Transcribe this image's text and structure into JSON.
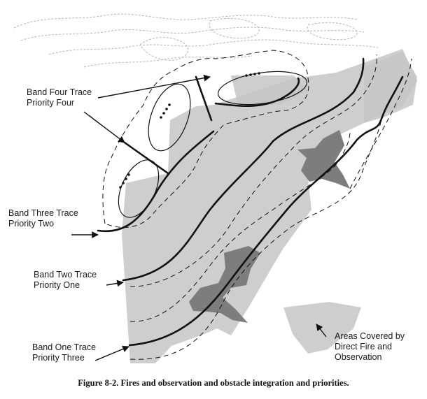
{
  "labels": {
    "band_four": [
      "Band Four Trace",
      "Priority Four"
    ],
    "band_three": [
      "Band Three Trace",
      "Priority Two"
    ],
    "band_two": [
      "Band Two Trace",
      "Priority One"
    ],
    "band_one": [
      "Band One Trace",
      "Priority Three"
    ],
    "legend": [
      "Areas Covered by",
      "Direct Fire and",
      "Observation"
    ]
  },
  "caption": "Figure 8-2. Fires and observation and obstacle integration and priorities.",
  "colors": {
    "coverage": "#c6c6c6",
    "obstacle": "#7d7d7d",
    "ink": "#111111",
    "contour": "#b5b5b5"
  }
}
